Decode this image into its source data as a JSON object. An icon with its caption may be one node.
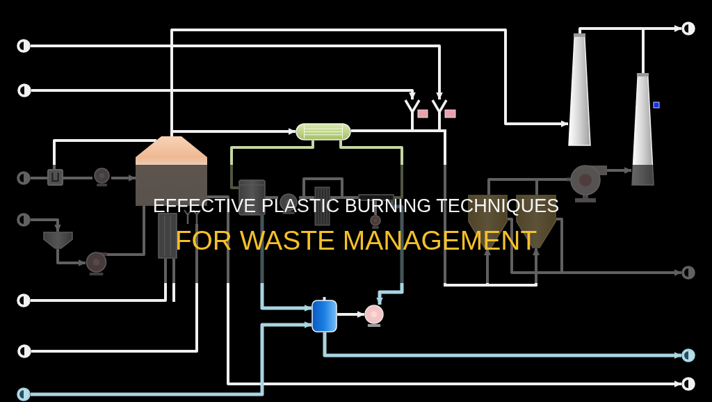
{
  "diagram": {
    "title": "EFFECTIVE PLASTIC BURNING TECHNIQUES FOR WASTE MANAGEMENT",
    "nodes": [
      {
        "text": [],
        "shape": "circle"
      },
      {
        "text": [],
        "shape": "circle"
      },
      {
        "text": [],
        "shape": "circle"
      },
      {
        "text": [],
        "shape": "box"
      },
      {
        "text": [],
        "shape": "pump"
      },
      {
        "text": [],
        "shape": "circle"
      },
      {
        "text": [],
        "shape": "hopper"
      },
      {
        "text": [],
        "shape": "pump"
      },
      {
        "text": [],
        "shape": "circle"
      },
      {
        "text": [],
        "shape": "circle"
      },
      {
        "text": [],
        "shape": "circle"
      },
      {
        "text": [],
        "shape": "vessel"
      },
      {
        "text": [],
        "shape": "column"
      },
      {
        "text": [],
        "shape": "nozzle"
      },
      {
        "text": [],
        "shape": "exchanger"
      },
      {
        "text": [],
        "shape": "funnel"
      },
      {
        "text": [],
        "shape": "funnel"
      },
      {
        "text": [],
        "shape": "drum"
      },
      {
        "text": [],
        "shape": "pump"
      },
      {
        "text": [],
        "shape": "turbine"
      },
      {
        "text": [],
        "shape": "bar"
      },
      {
        "text": [],
        "shape": "pump"
      },
      {
        "text": [],
        "shape": "tank"
      },
      {
        "text": [],
        "shape": "pump"
      },
      {
        "text": [],
        "shape": "cyclone"
      },
      {
        "text": [],
        "shape": "cyclone"
      },
      {
        "text": [],
        "shape": "fan"
      },
      {
        "text": [],
        "shape": "stack"
      },
      {
        "text": [],
        "shape": "stack"
      },
      {
        "text": [],
        "shape": "square"
      },
      {
        "text": [],
        "shape": "circle"
      },
      {
        "text": [],
        "shape": "circle"
      },
      {
        "text": [],
        "shape": "circle"
      },
      {
        "text": [],
        "shape": "circle"
      }
    ],
    "edges": [
      {
        "from": 0,
        "to": 16,
        "arrow": "to"
      },
      {
        "from": 1,
        "to": 15,
        "arrow": "to"
      },
      {
        "from": 2,
        "to": 3,
        "arrow": "none"
      },
      {
        "from": 3,
        "to": 4,
        "arrow": "none"
      },
      {
        "from": 4,
        "to": 11,
        "arrow": "to"
      },
      {
        "from": 3,
        "to": 11,
        "arrow": "none"
      },
      {
        "from": 5,
        "to": 6,
        "arrow": "to"
      },
      {
        "from": 6,
        "to": 7,
        "arrow": "to"
      },
      {
        "from": 7,
        "to": 11,
        "arrow": "none"
      },
      {
        "from": 8,
        "to": 12,
        "arrow": "none"
      },
      {
        "from": 9,
        "to": 13,
        "arrow": "none"
      },
      {
        "from": 11,
        "to": 33,
        "arrow": "to"
      },
      {
        "from": 11,
        "to": 27,
        "arrow": "to"
      },
      {
        "from": 11,
        "to": 14,
        "arrow": "to"
      },
      {
        "from": 14,
        "to": 24,
        "arrow": "to"
      },
      {
        "from": 14,
        "to": 25,
        "arrow": "to"
      },
      {
        "from": 15,
        "to": 24,
        "arrow": "to"
      },
      {
        "from": 15,
        "to": 25,
        "arrow": "to"
      },
      {
        "from": 16,
        "to": 24,
        "arrow": "to"
      },
      {
        "from": 16,
        "to": 25,
        "arrow": "to"
      },
      {
        "from": 24,
        "to": 26,
        "arrow": "none"
      },
      {
        "from": 25,
        "to": 26,
        "arrow": "none"
      },
      {
        "from": 26,
        "to": 28,
        "arrow": "to"
      },
      {
        "from": 28,
        "to": 30,
        "arrow": "to"
      },
      {
        "from": 27,
        "to": 30,
        "arrow": "to"
      },
      {
        "from": 24,
        "to": 31,
        "arrow": "to"
      },
      {
        "from": 25,
        "to": 31,
        "arrow": "to"
      },
      {
        "from": 14,
        "to": 17,
        "arrow": "none",
        "color": "#c6d5a3"
      },
      {
        "from": 14,
        "to": 20,
        "arrow": "none",
        "color": "#c6d5a3"
      },
      {
        "from": 17,
        "to": 18,
        "arrow": "none"
      },
      {
        "from": 18,
        "to": 19,
        "arrow": "none"
      },
      {
        "from": 19,
        "to": 20,
        "arrow": "none"
      },
      {
        "from": 18,
        "to": 20,
        "arrow": "none"
      },
      {
        "from": 20,
        "to": 21,
        "arrow": "none"
      },
      {
        "from": 17,
        "to": 22,
        "arrow": "to",
        "color": "#a9d5e2"
      },
      {
        "from": 10,
        "to": 22,
        "arrow": "to",
        "color": "#a9d5e2"
      },
      {
        "from": 22,
        "to": 32,
        "arrow": "to",
        "color": "#a9d5e2"
      },
      {
        "from": 22,
        "to": 23,
        "arrow": "to"
      },
      {
        "from": 20,
        "to": 23,
        "arrow": "to",
        "color": "#a9d5e2"
      },
      {
        "from": 12,
        "to": null,
        "arrow": "none"
      }
    ]
  }
}
